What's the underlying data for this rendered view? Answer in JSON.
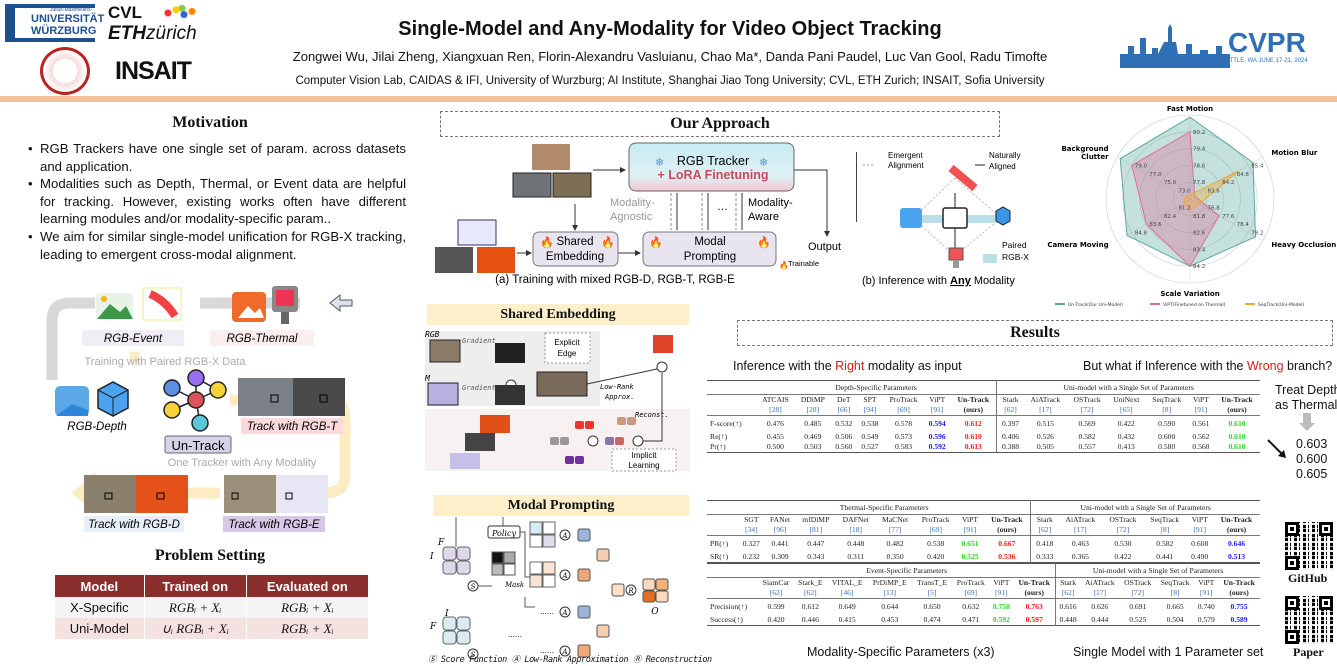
{
  "header": {
    "title": "Single-Model and Any-Modality for Video Object Tracking",
    "authors": "Zongwei Wu,  Jilai Zheng,  Xiangxuan Ren,  Florin-Alexandru Vasluianu,  Chao Ma*,  Danda Pani Paudel,  Luc Van Gool,  Radu Timofte",
    "affiliations": "Computer Vision Lab, CAIDAS & IFI, University of Wurzburg;  AI Institute, Shanghai Jiao Tong University;  CVL, ETH Zurich;  INSAIT, Sofia University",
    "logos": {
      "wurzburg_small": "Julius-Maximilians-",
      "wurzburg_1": "UNIVERSITÄT",
      "wurzburg_2": "WÜRZBURG",
      "cvl": "CVL",
      "eth": "ETH",
      "zurich": "zürich",
      "insait": "INSAIT",
      "cvpr": "CVPR",
      "cvpr_sub": "SEATTLE, WA  JUNE 17-21, 2024"
    },
    "accent_color": "#f1c49f"
  },
  "motivation": {
    "title": "Motivation",
    "bullets": [
      "RGB Trackers have one single set of param. across datasets and application.",
      "Modalities such as Depth, Thermal, or Event data are helpful for tracking. However, existing works often have different learning modules and/or modality-specific param..",
      "We aim for similar single-model unification for RGB-X tracking, leading to emergent cross-modal alignment."
    ],
    "figure": {
      "rgb_event": "RGB-Event",
      "rgb_thermal": "RGB-Thermal",
      "training_caption": "Training with Paired RGB-X Data",
      "rgb_depth": "RGB-Depth",
      "un_track": "Un-Track",
      "track_rgbt": "Track with RGB-T",
      "one_tracker": "One Tracker with Any Modality",
      "track_rgbd": "Track with RGB-D",
      "track_rgbe": "Track with RGB-E"
    }
  },
  "problem_setting": {
    "title": "Problem Setting",
    "headers": [
      "Model",
      "Trained on",
      "Evaluated on"
    ],
    "rows": [
      [
        "X-Specific",
        "RGBᵢ + Xᵢ",
        "RGBᵢ + Xᵢ"
      ],
      [
        "Uni-Model",
        "∪ᵢ RGBᵢ + Xᵢ",
        "RGBᵢ + Xᵢ"
      ]
    ]
  },
  "approach": {
    "title": "Our Approach",
    "rgb_tracker": "RGB Tracker",
    "lora": "+ LoRA Finetuning",
    "modality_agnostic_1": "Modality-",
    "modality_agnostic_2": "Agnostic",
    "modality_aware_1": "Modality-",
    "modality_aware_2": "Aware",
    "ellipsis": "…",
    "shared_1": "Shared",
    "shared_2": "Embedding",
    "modal_1": "Modal",
    "modal_2": "Prompting",
    "output": "Output",
    "trainable": "Trainable",
    "caption_a": "(a) Training with mixed RGB-D, RGB-T, RGB-E",
    "emergent_1": "Emergent",
    "emergent_2": "Alignment",
    "natural_1": "Naturally",
    "natural_2": "Aligned",
    "paired_1": "Paired",
    "paired_2": "RGB-X",
    "caption_b_pre": "(b) Inference with ",
    "caption_b_any": "Any",
    "caption_b_post": " Modality"
  },
  "radar": {
    "axes": [
      {
        "name": "Fast Motion",
        "ticks": [
          "77.8",
          "78.6",
          "79.4",
          "80.2"
        ]
      },
      {
        "name": "Motion Blur",
        "ticks": [
          "83.6",
          "84.2",
          "84.8",
          "85.4"
        ]
      },
      {
        "name": "Heavy Occlusion",
        "ticks": [
          "76.8",
          "77.6",
          "78.4",
          "79.2"
        ]
      },
      {
        "name": "Scale Variation",
        "ticks": [
          "81.8",
          "82.6",
          "83.4",
          "84.2"
        ]
      },
      {
        "name": "Camera Moving",
        "ticks": [
          "81.2",
          "82.4",
          "83.6",
          "84.8"
        ]
      },
      {
        "name": "Background Clutter",
        "ticks": [
          "73.0",
          "75.0",
          "77.0",
          "79.0"
        ]
      }
    ],
    "series": [
      {
        "name": "Un-Track(Our Uni-Model)",
        "color": "#5aa9a0",
        "values": [
          80.9,
          85.6,
          79.6,
          84.2,
          85.2,
          80.6
        ]
      },
      {
        "name": "ViPT(Finetuned on Thermal)",
        "color": "#e06b98",
        "values": [
          80.2,
          83.2,
          77.6,
          84.2,
          83.6,
          79.0
        ]
      },
      {
        "name": "SeqTrack(Uni-Model)",
        "color": "#f0a830",
        "values": [
          77.2,
          85.0,
          76.5,
          81.5,
          80.5,
          71.6
        ]
      }
    ]
  },
  "shared_embedding": {
    "title": "Shared Embedding",
    "rgb": "RGB",
    "m": "M",
    "gradient": "Gradient",
    "explicit_1": "Explicit",
    "explicit_2": "Edge",
    "lowrank_1": "Low-Rank",
    "lowrank_2": "Approx.",
    "reconst": "Reconst.",
    "implicit_1": "Implicit",
    "implicit_2": "Learning"
  },
  "modal_prompting": {
    "title": "Modal Prompting",
    "policy": "Policy",
    "mask": "Mask",
    "f": "F",
    "i": "I",
    "s": "S",
    "a": "A",
    "r": "R",
    "o": "O",
    "dots": "……",
    "legend": "Ⓢ Score Function Ⓐ Low-Rank Approximation Ⓡ Reconstruction"
  },
  "results": {
    "title": "Results",
    "left_heading_pre": "Inference with the ",
    "left_heading_em": "Right",
    "left_heading_post": " modality as input",
    "right_heading_pre": "But what if Inference with the ",
    "right_heading_em": "Wrong",
    "right_heading_post": " branch?",
    "treat_1": "Treat Depth",
    "treat_2": "as Thermal",
    "treat_values": [
      "0.603",
      "0.600",
      "0.605"
    ],
    "caption_left": "Modality-Specific Parameters (x3)",
    "caption_right": "Single Model with 1 Parameter set",
    "github": "GitHub",
    "paper": "Paper",
    "tables": [
      {
        "groups": [
          {
            "label": "Depth-Specific Parameters",
            "span": 7
          },
          {
            "label": "Uni-model with a Single Set of Parameters",
            "span": 7
          }
        ],
        "columns": [
          [
            "ATCAIS",
            "[28]"
          ],
          [
            "DDiMP",
            "[28]"
          ],
          [
            "DeT",
            "[66]"
          ],
          [
            "SPT",
            "[94]"
          ],
          [
            "ProTrack",
            "[69]"
          ],
          [
            "ViPT",
            "[91]"
          ],
          [
            "Un-Track",
            "(ours)"
          ],
          [
            "Stark",
            "[62]"
          ],
          [
            "AiATrack",
            "[17]"
          ],
          [
            "OSTrack",
            "[72]"
          ],
          [
            "UniNext",
            "[65]"
          ],
          [
            "SeqTrack",
            "[8]"
          ],
          [
            "ViPT",
            "[91]"
          ],
          [
            "Un-Track",
            "(ours)"
          ]
        ],
        "highlight": {
          "5": "#1a1aff",
          "6": "#ff1a1a",
          "13": "#22dd22"
        },
        "rows": [
          {
            "metric": "F-score(↑)",
            "values": [
              "0.476",
              "0.485",
              "0.532",
              "0.538",
              "0.578",
              "0.594",
              "0.612",
              "0.397",
              "0.515",
              "0.569",
              "0.422",
              "0.590",
              "0.561",
              "0.610"
            ]
          },
          {
            "metric": "Re(↑)",
            "values": [
              "0.455",
              "0.469",
              "0.506",
              "0.549",
              "0.573",
              "0.596",
              "0.610",
              "0.406",
              "0.526",
              "0.582",
              "0.432",
              "0.600",
              "0.562",
              "0.610"
            ]
          },
          {
            "metric": "Pr(↑)",
            "values": [
              "0.500",
              "0.503",
              "0.560",
              "0.527",
              "0.583",
              "0.592",
              "0.613",
              "0.388",
              "0.505",
              "0.557",
              "0.413",
              "0.580",
              "0.560",
              "0.610"
            ]
          }
        ]
      },
      {
        "groups": [
          {
            "label": "Thermal-Specific Parameters",
            "span": 8
          },
          {
            "label": "Uni-model with a Single Set of Parameters",
            "span": 6
          }
        ],
        "columns": [
          [
            "SGT",
            "[34]"
          ],
          [
            "FANet",
            "[96]"
          ],
          [
            "mfDiMP",
            "[81]"
          ],
          [
            "DAFNet",
            "[18]"
          ],
          [
            "MaCNet",
            "[77]"
          ],
          [
            "ProTrack",
            "[69]"
          ],
          [
            "ViPT",
            "[91]"
          ],
          [
            "Un-Track",
            "(ours)"
          ],
          [
            "Stark",
            "[62]"
          ],
          [
            "AiATrack",
            "[17]"
          ],
          [
            "OSTrack",
            "[72]"
          ],
          [
            "SeqTrack",
            "[8]"
          ],
          [
            "ViPT",
            "[91]"
          ],
          [
            "Un-Track",
            "(ours)"
          ]
        ],
        "highlight": {
          "6": "#22dd22",
          "7": "#ff1a1a",
          "13": "#1a1aff"
        },
        "rows": [
          {
            "metric": "PR(↑)",
            "values": [
              "0.327",
              "0.441",
              "0.447",
              "0.448",
              "0.482",
              "0.538",
              "0.651",
              "0.667",
              "0.418",
              "0.463",
              "0.530",
              "0.582",
              "0.608",
              "0.646"
            ]
          },
          {
            "metric": "SR(↑)",
            "values": [
              "0.232",
              "0.309",
              "0.343",
              "0.311",
              "0.350",
              "0.420",
              "0.525",
              "0.536",
              "0.333",
              "0.365",
              "0.422",
              "0.441",
              "0.490",
              "0.513"
            ]
          }
        ]
      },
      {
        "groups": [
          {
            "label": "Event-Specific Parameters",
            "span": 8
          },
          {
            "label": "Uni-model with a Single Set of Parameters",
            "span": 6
          }
        ],
        "columns": [
          [
            "SiamCar",
            "[62]"
          ],
          [
            "Stark_E",
            "[62]"
          ],
          [
            "VITAL_E",
            "[46]"
          ],
          [
            "PrDiMP_E",
            "[13]"
          ],
          [
            "TransT_E",
            "[5]"
          ],
          [
            "ProTrack",
            "[69]"
          ],
          [
            "ViPT",
            "[91]"
          ],
          [
            "Un-Track",
            "(ours)"
          ],
          [
            "Stark",
            "[62]"
          ],
          [
            "AiATrack",
            "[17]"
          ],
          [
            "OSTrack",
            "[72]"
          ],
          [
            "SeqTrack",
            "[8]"
          ],
          [
            "ViPT",
            "[91]"
          ],
          [
            "Un-Track",
            "(ours)"
          ]
        ],
        "highlight": {
          "6": "#22dd22",
          "7": "#ff1a1a",
          "13": "#1a1aff"
        },
        "rows": [
          {
            "metric": "Precision(↑)",
            "values": [
              "0.599",
              "0.612",
              "0.649",
              "0.644",
              "0.650",
              "0.632",
              "0.758",
              "0.763",
              "0.616",
              "0.626",
              "0.691",
              "0.665",
              "0.740",
              "0.755"
            ]
          },
          {
            "metric": "Success(↑)",
            "values": [
              "0.420",
              "0.446",
              "0.415",
              "0.453",
              "0.474",
              "0.471",
              "0.592",
              "0.597",
              "0.448",
              "0.444",
              "0.525",
              "0.504",
              "0.579",
              "0.589"
            ]
          }
        ]
      }
    ]
  }
}
